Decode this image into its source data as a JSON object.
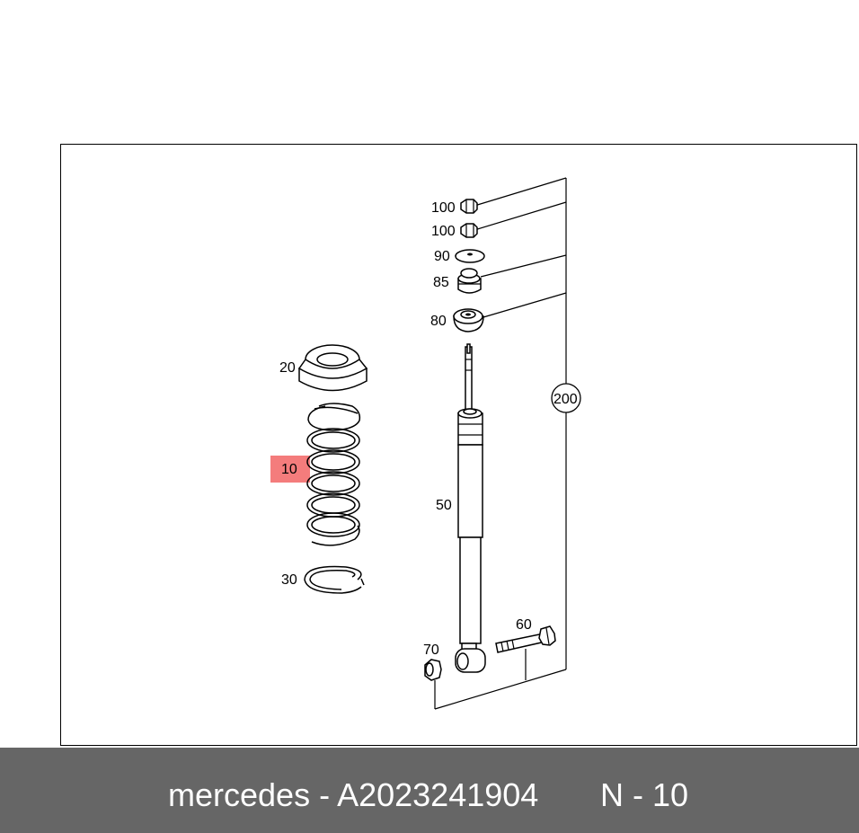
{
  "diagram": {
    "callouts": {
      "c100a": "100",
      "c100b": "100",
      "c90": "90",
      "c85": "85",
      "c80": "80",
      "c200": "200",
      "c20": "20",
      "c10": "10",
      "c50": "50",
      "c30": "30",
      "c60": "60",
      "c70": "70"
    },
    "highlight_color": "#f47c7c"
  },
  "footer": {
    "brand_part": "mercedes - A2023241904",
    "position": "N - 10",
    "background": "#666666"
  }
}
